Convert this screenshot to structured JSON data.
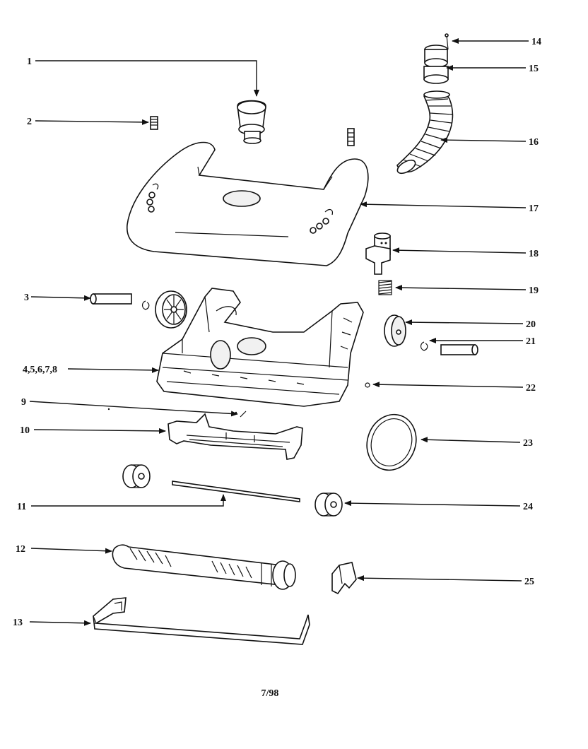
{
  "footer": "7/98",
  "callouts": [
    {
      "id": "c1",
      "label": "1"
    },
    {
      "id": "c2",
      "label": "2"
    },
    {
      "id": "c3",
      "label": "3"
    },
    {
      "id": "c4",
      "label": "4,5,6,7,8"
    },
    {
      "id": "c9",
      "label": "9"
    },
    {
      "id": "c10",
      "label": "10"
    },
    {
      "id": "c11",
      "label": "11"
    },
    {
      "id": "c12",
      "label": "12"
    },
    {
      "id": "c13",
      "label": "13"
    },
    {
      "id": "c14",
      "label": "14"
    },
    {
      "id": "c15",
      "label": "15"
    },
    {
      "id": "c16",
      "label": "16"
    },
    {
      "id": "c17",
      "label": "17"
    },
    {
      "id": "c18",
      "label": "18"
    },
    {
      "id": "c19",
      "label": "19"
    },
    {
      "id": "c20",
      "label": "20"
    },
    {
      "id": "c21",
      "label": "21"
    },
    {
      "id": "c22",
      "label": "22"
    },
    {
      "id": "c23",
      "label": "23"
    },
    {
      "id": "c24",
      "label": "24"
    },
    {
      "id": "c25",
      "label": "25"
    }
  ]
}
